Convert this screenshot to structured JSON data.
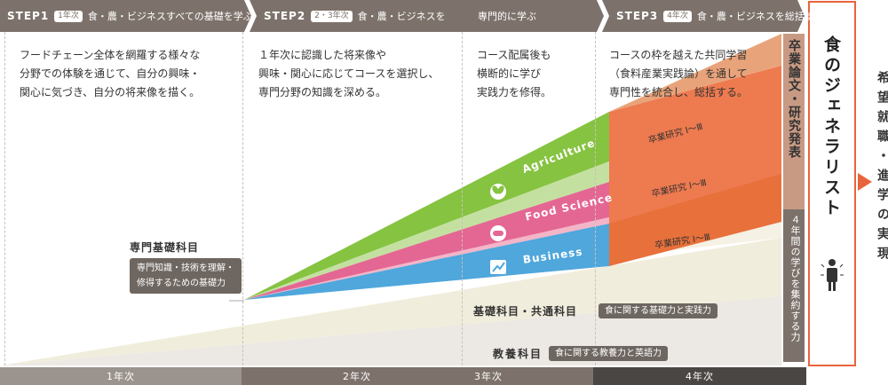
{
  "steps": [
    {
      "label": "STEP1",
      "badge": "1年次",
      "text": "食・農・ビジネスすべての基礎を学ぶ"
    },
    {
      "label": "STEP2",
      "badge": "2・3年次",
      "text": "食・農・ビジネスを",
      "text2": "専門的に学ぶ"
    },
    {
      "label": "STEP3",
      "badge": "4年次",
      "text": "食・農・ビジネスを総括する"
    }
  ],
  "descriptions": {
    "step1": [
      "フードチェーン全体を網羅する様々な",
      "分野での体験を通じて、自分の興味・",
      "関心に気づき、自分の将来像を描く。"
    ],
    "step2": [
      "１年次に認識した将来像や",
      "興味・関心に応じてコースを選択し、",
      "専門分野の知識を深める。"
    ],
    "step2b": [
      "コース配属後も",
      "横断的に学び",
      "実践力を修得。"
    ],
    "step3": [
      "コースの枠を越えた共同学習",
      "（食料産業実践論）を通して",
      "専門性を統合し、総括する。"
    ]
  },
  "courses": [
    {
      "name": "Agriculture",
      "icon": "leaf-icon"
    },
    {
      "name": "Food Science",
      "icon": "food-science-icon"
    },
    {
      "name": "Business",
      "icon": "business-chart-icon"
    }
  ],
  "research": [
    "卒業研究 Ⅰ～Ⅲ",
    "卒業研究 Ⅰ～Ⅲ",
    "卒業研究 Ⅰ～Ⅲ"
  ],
  "specialized_basics": {
    "title": "専門基礎科目",
    "desc": [
      "専門知識・技術を理解・",
      "修得するための基礎力"
    ]
  },
  "basic_common": {
    "title": "基礎科目・共通科目",
    "desc": "食に関する基礎力と実践力"
  },
  "liberal_arts": {
    "title": "教養科目",
    "desc": "食に関する教養力と英語力"
  },
  "graduation": {
    "title": "卒業論文・研究発表",
    "sub": "４年間の学びを集約する力"
  },
  "generalist": "食のジェネラリスト",
  "goal": "希望就職・進学の実現",
  "years": [
    "1年次",
    "2年次",
    "3年次",
    "4年次"
  ],
  "colors": {
    "green": "#86c341",
    "pink": "#e46793",
    "blue": "#4fa7dc",
    "orange": "#e8643c",
    "step": "#7d726b",
    "tan": "#f1eddc"
  }
}
